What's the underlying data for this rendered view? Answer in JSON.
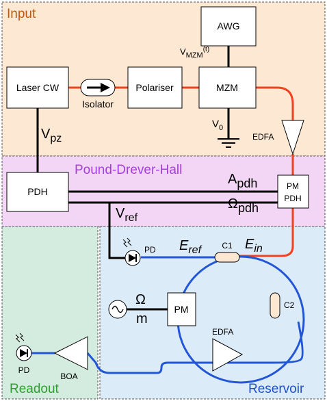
{
  "sections": {
    "input": "Input",
    "pdh": "Pound-Drever-Hall",
    "readout": "Readout",
    "reservoir": "Reservoir"
  },
  "components": {
    "awg": "AWG",
    "laser": "Laser CW",
    "isolator": "Isolator",
    "polariser": "Polariser",
    "mzm": "MZM",
    "edfa_input": "EDFA",
    "pdh": "PDH",
    "pm_pdh_top": "PM",
    "pm_pdh_bottom": "PDH",
    "pd_reservoir": "PD",
    "c1": "C1",
    "c2": "C2",
    "pm_ring": "PM",
    "edfa_ring": "EDFA",
    "pd_readout": "PD",
    "boa": "BOA"
  },
  "signals": {
    "v_mzm_main": "V",
    "v_mzm_sub": "MZM",
    "v_mzm_sup": "(t)",
    "v0_main": "V",
    "v0_sub": "0",
    "vpz_main": "V",
    "vpz_sub": "pz",
    "vref_main": "V",
    "vref_sub": "ref",
    "apdh_main": "A",
    "apdh_sub": "pdh",
    "omega_pdh_main": "Ω",
    "omega_pdh_sub": "pdh",
    "eref_main": "E",
    "eref_sub": "ref",
    "ein_main": "E",
    "ein_sub": "in",
    "omega_ring": "Ω",
    "m_ring": "m"
  },
  "colors": {
    "input_bg": "#FDE9D3",
    "input_title": "#B8590F",
    "pdh_bg": "#F3D6F6",
    "pdh_title": "#A63DE0",
    "readout_bg": "#D4EBDF",
    "readout_title": "#2E9E2E",
    "reservoir_bg": "#DCEBF8",
    "reservoir_title": "#1F4FCF",
    "fiber_red": "#F0421E",
    "fiber_blue": "#2356D6",
    "coupler_fill": "#FBE7D2"
  }
}
